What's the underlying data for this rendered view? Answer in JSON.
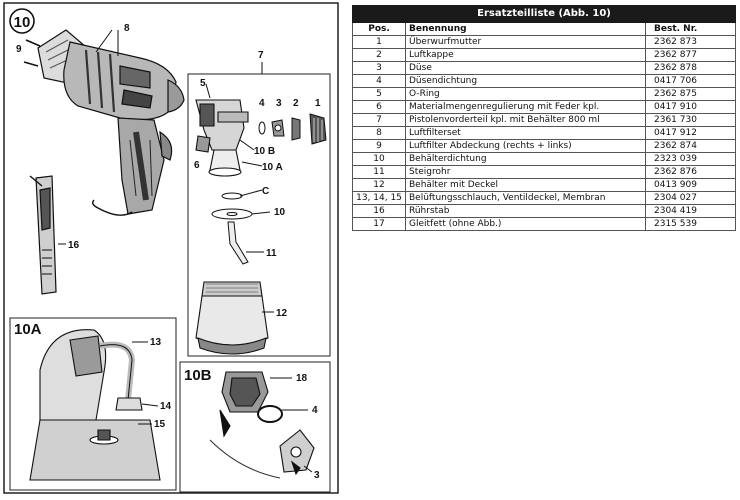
{
  "figure": {
    "main_label": "10",
    "labels": {
      "n1": "1",
      "n2": "2",
      "n3": "3",
      "n4": "4",
      "n5": "5",
      "n6": "6",
      "n7": "7",
      "n8": "8",
      "n9": "9",
      "n10": "10",
      "n10a": "10 A",
      "n10b": "10 B",
      "c": "C",
      "n11": "11",
      "n12": "12",
      "n13": "13",
      "n14": "14",
      "n15": "15",
      "n16": "16",
      "n18": "18",
      "b4": "4",
      "b3": "3"
    },
    "inset_a_title": "10A",
    "inset_b_title": "10B"
  },
  "table": {
    "title": "Ersatzteilliste (Abb. 10)",
    "headers": {
      "pos": "Pos.",
      "name": "Benennung",
      "nr": "Best. Nr."
    },
    "rows": [
      {
        "pos": "1",
        "name": "Überwurfmutter",
        "nr": "2362 873"
      },
      {
        "pos": "2",
        "name": "Luftkappe",
        "nr": "2362 877"
      },
      {
        "pos": "3",
        "name": "Düse",
        "nr": "2362 878"
      },
      {
        "pos": "4",
        "name": "Düsendichtung",
        "nr": "0417 706"
      },
      {
        "pos": "5",
        "name": "O-Ring",
        "nr": "2362 875"
      },
      {
        "pos": "6",
        "name": "Materialmengenregulierung mit Feder kpl.",
        "nr": "0417 910"
      },
      {
        "pos": "7",
        "name": "Pistolenvorderteil kpl. mit Behälter 800 ml",
        "nr": "2361 730"
      },
      {
        "pos": "8",
        "name": "Luftfilterset",
        "nr": "0417 912"
      },
      {
        "pos": "9",
        "name": "Luftfilter Abdeckung (rechts + links)",
        "nr": "2362 874"
      },
      {
        "pos": "10",
        "name": "Behälterdichtung",
        "nr": "2323 039"
      },
      {
        "pos": "11",
        "name": "Steigrohr",
        "nr": "2362 876"
      },
      {
        "pos": "12",
        "name": "Behälter mit Deckel",
        "nr": "0413 909"
      },
      {
        "pos": "13, 14, 15",
        "name": "Belüftungsschlauch, Ventildeckel, Membran",
        "nr": "2304 027"
      },
      {
        "pos": "16",
        "name": "Rührstab",
        "nr": "2304 419"
      },
      {
        "pos": "17",
        "name": "Gleitfett (ohne Abb.)",
        "nr": "2315 539"
      }
    ]
  }
}
